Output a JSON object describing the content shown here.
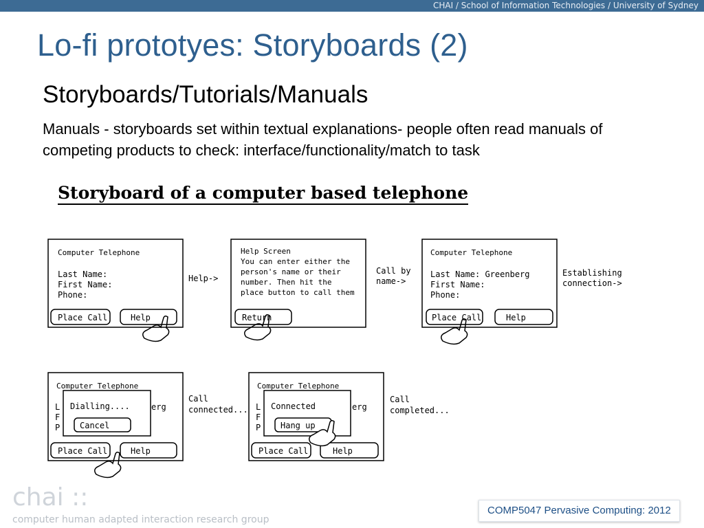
{
  "header": {
    "breadcrumb": "CHAI / School of Information Technologies / University of Sydney",
    "bar_color": "#3d6b94"
  },
  "slide": {
    "title": "Lo-fi prototyes: Storyboards (2)",
    "subtitle": "Storyboards/Tutorials/Manuals",
    "body": "Manuals - storyboards set within textual explanations- people often read manuals of competing products to check: interface/functionality/match to task"
  },
  "storyboard": {
    "title": "Storyboard of a computer based telephone",
    "panel1": {
      "window_title": "Computer Telephone",
      "fields": [
        "Last Name:",
        "First Name:",
        "Phone:"
      ],
      "buttons": [
        "Place Call",
        "Help"
      ],
      "transition": [
        "Help->"
      ]
    },
    "panel2": {
      "window_title": "Help Screen",
      "text": [
        "You can enter either the",
        "person's name or their",
        "number. Then hit the",
        "place button to call them"
      ],
      "buttons": [
        "Return"
      ],
      "transition": [
        "Call by",
        "name->"
      ]
    },
    "panel3": {
      "window_title": "Computer Telephone",
      "fields": [
        "Last Name: Greenberg",
        "First Name:",
        "Phone:"
      ],
      "buttons": [
        "Place Call",
        "Help"
      ],
      "transition": [
        "Establishing",
        "connection->"
      ]
    },
    "panel4": {
      "window_title": "Computer Telephone",
      "dialog_title": "Dialling....",
      "dialog_button": "Cancel",
      "buttons": [
        "Place Call",
        "Help"
      ],
      "transition": [
        "Call",
        "connected..."
      ]
    },
    "panel5": {
      "window_title": "Computer Telephone",
      "dialog_title": "Connected",
      "dialog_button": "Hang up",
      "buttons": [
        "Place Call",
        "Help"
      ],
      "transition": [
        "Call",
        "completed..."
      ]
    }
  },
  "footer": {
    "logo": "chai ::",
    "group": "computer human adapted interaction research group",
    "course": "COMP5047 Pervasive Computing: 2012"
  }
}
